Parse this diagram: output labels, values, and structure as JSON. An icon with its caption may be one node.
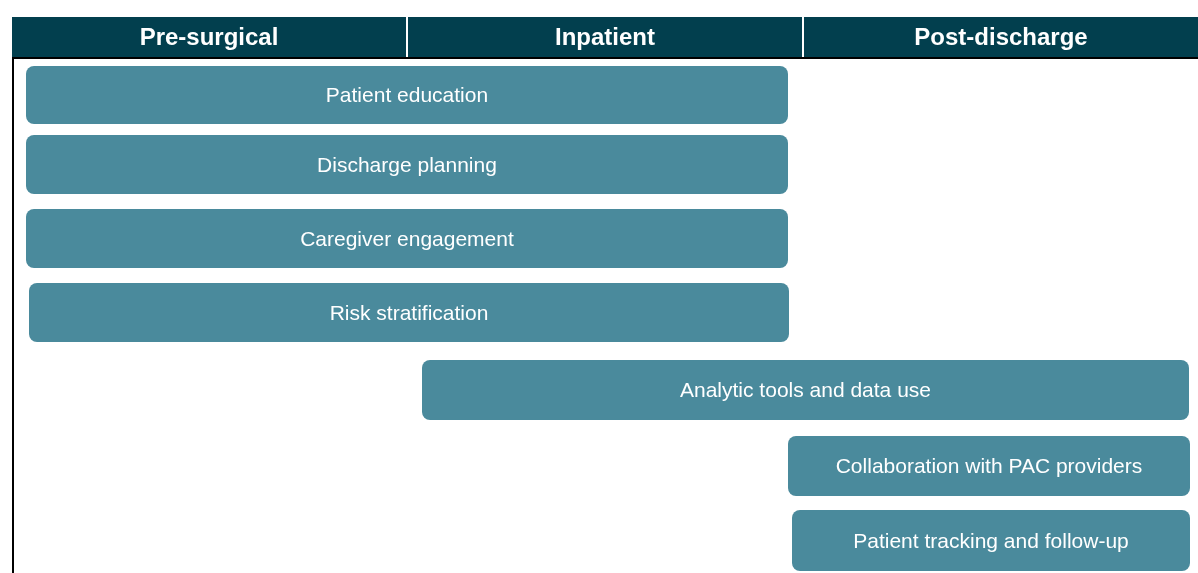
{
  "diagram": {
    "nodes": [
      {
        "text": [
          "Pre-surgical"
        ]
      },
      {
        "text": [
          "Inpatient"
        ]
      },
      {
        "text": [
          "Post-discharge"
        ]
      },
      {
        "text": [
          "Patient education"
        ]
      },
      {
        "text": [
          "Discharge planning"
        ]
      },
      {
        "text": [
          "Caregiver engagement"
        ]
      },
      {
        "text": [
          "Risk stratification"
        ]
      },
      {
        "text": [
          "Analytic tools and data use"
        ]
      },
      {
        "text": [
          "Collaboration with PAC providers"
        ]
      },
      {
        "text": [
          "Patient tracking and follow-up"
        ]
      }
    ]
  }
}
